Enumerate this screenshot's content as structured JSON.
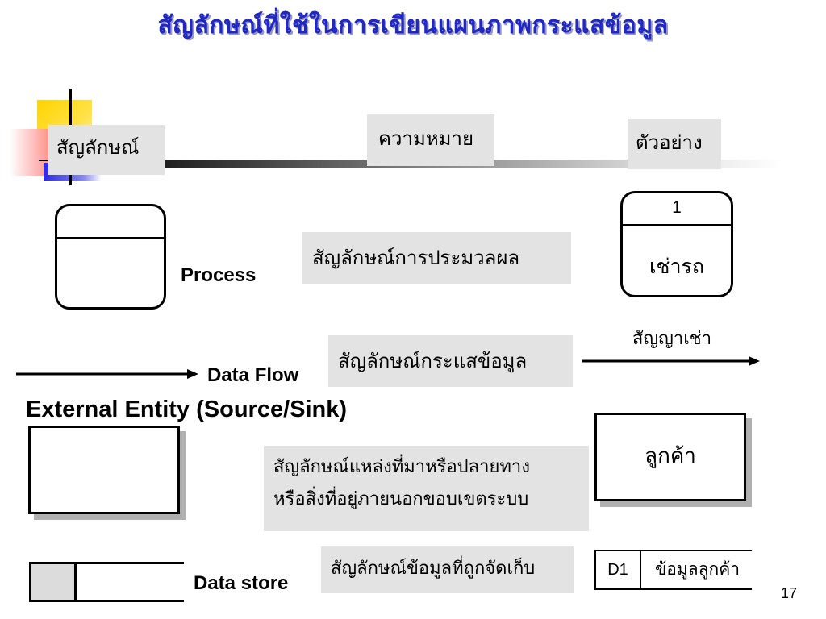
{
  "title": "สัญลักษณ์ที่ใช้ในการเขียนแผนภาพกระแสข้อมูล",
  "headers": {
    "symbol": "สัญลักษณ์",
    "meaning": "ความหมาย",
    "example": "ตัวอย่าง"
  },
  "process": {
    "name": "Process",
    "meaning": "สัญลักษณ์การประมวลผล",
    "example_number": "1",
    "example_label": "เช่ารถ"
  },
  "data_flow": {
    "name": "Data Flow",
    "meaning": "สัญลักษณ์กระแสข้อมูล",
    "example_label": "สัญญาเช่า"
  },
  "external_entity": {
    "name": "External Entity (Source/Sink)",
    "meaning_line1": "สัญลักษณ์แหล่งที่มาหรือปลายทาง",
    "meaning_line2": "หรือสิ่งที่อยู่ภายนอกขอบเขตระบบ",
    "example_label": "ลูกค้า"
  },
  "data_store": {
    "name": "Data store",
    "meaning": "สัญลักษณ์ข้อมูลที่ถูกจัดเก็บ",
    "example_id": "D1",
    "example_label": "ข้อมูลลูกค้า"
  },
  "page_number": "17"
}
